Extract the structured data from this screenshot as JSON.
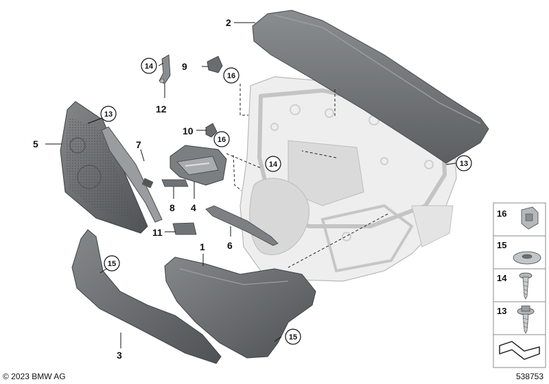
{
  "callouts": {
    "c1": "1",
    "c2": "2",
    "c3": "3",
    "c4": "4",
    "c5": "5",
    "c6": "6",
    "c7": "7",
    "c8": "8",
    "c9": "9",
    "c10": "10",
    "c11": "11",
    "c12": "12"
  },
  "circled": {
    "c13": "13",
    "c14": "14",
    "c15": "15",
    "c16": "16"
  },
  "legend": [
    {
      "number": "16",
      "icon": "expanding-nut-icon"
    },
    {
      "number": "15",
      "icon": "spring-nut-icon"
    },
    {
      "number": "14",
      "icon": "screw-icon"
    },
    {
      "number": "13",
      "icon": "collar-screw-icon"
    }
  ],
  "footer": {
    "copyright": "© 2023 BMW AG",
    "diagram_id": "538753"
  },
  "colors": {
    "trim_dark": "#6f7274",
    "trim_mid": "#8e9193",
    "carrier_light": "#e6e6e6",
    "line": "#1a1a1a"
  }
}
